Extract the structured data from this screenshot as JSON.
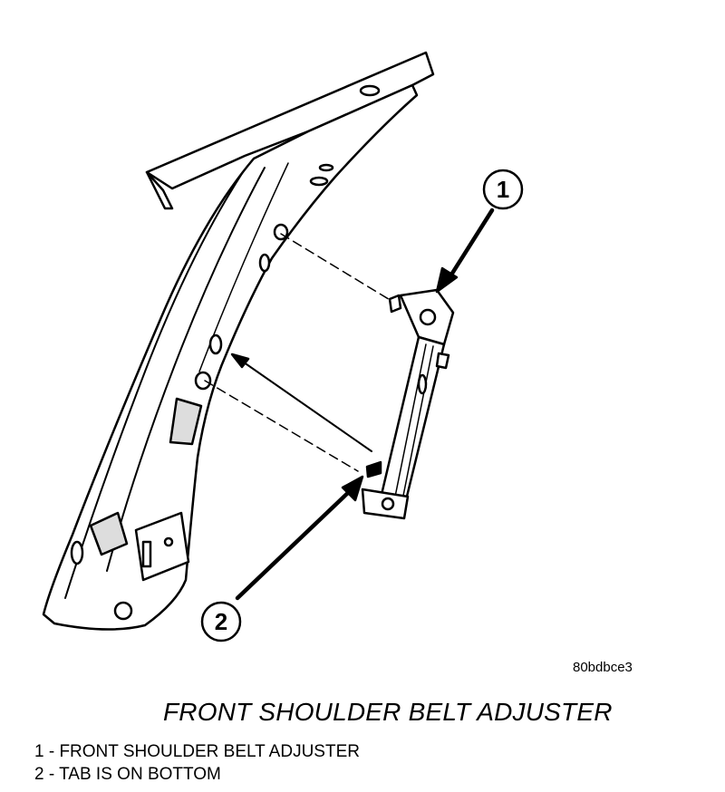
{
  "figure": {
    "code": "80bdbce3",
    "caption": "FRONT SHOULDER BELT ADJUSTER",
    "callouts": [
      {
        "number": "1"
      },
      {
        "number": "2"
      }
    ],
    "legend": [
      {
        "text": "1 - FRONT SHOULDER BELT ADJUSTER"
      },
      {
        "text": "2 - TAB IS ON BOTTOM"
      }
    ]
  }
}
